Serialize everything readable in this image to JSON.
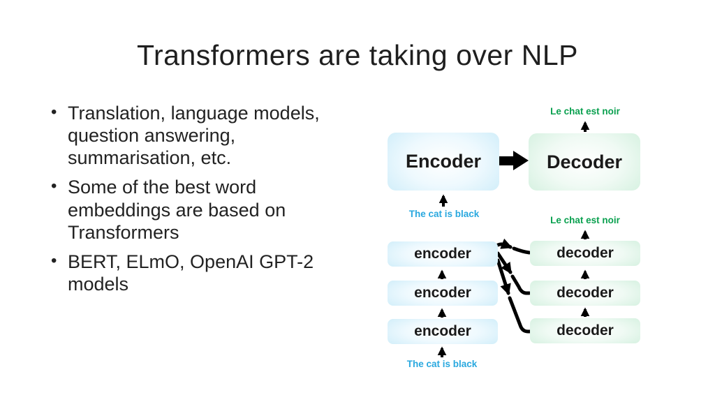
{
  "slide": {
    "title": "Transformers are taking over NLP",
    "bullets": [
      "Translation, language models, question answering, summarisation, etc.",
      "Some of the best word embeddings are based on Transformers",
      "BERT, ELmO, OpenAI GPT-2 models"
    ]
  },
  "diagram": {
    "top": {
      "encoder_label": "Encoder",
      "decoder_label": "Decoder",
      "input_text": "The cat is black",
      "output_text": "Le chat est noir"
    },
    "stack": {
      "encoder_labels": [
        "encoder",
        "encoder",
        "encoder"
      ],
      "decoder_labels": [
        "decoder",
        "decoder",
        "decoder"
      ],
      "input_text": "The cat is black",
      "output_text": "Le chat est noir"
    },
    "colors": {
      "encoder_fill": "#c7eaf8",
      "decoder_fill": "#cdeeda",
      "input_text_color": "#29a8df",
      "output_text_color": "#0aa04f",
      "arrow_color": "#000000",
      "text_color": "#1f1f1f",
      "background": "#ffffff"
    }
  }
}
